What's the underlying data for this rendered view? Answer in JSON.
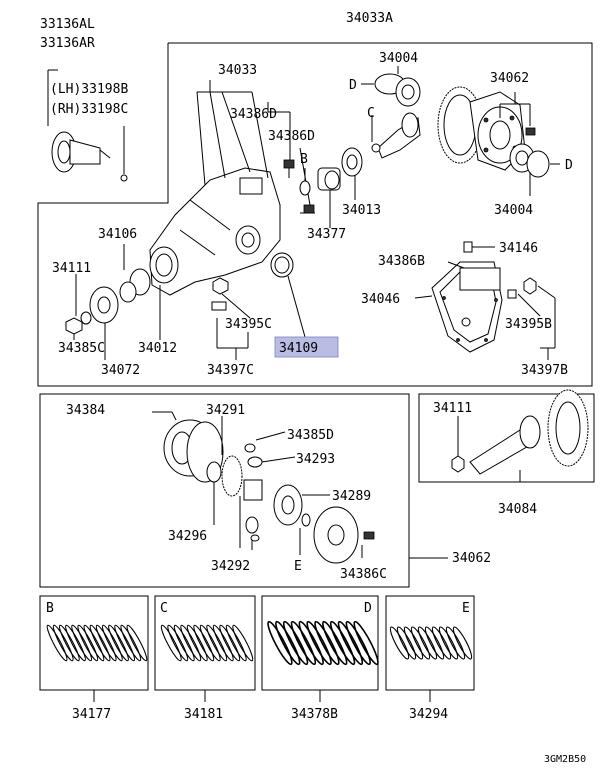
{
  "labels": {
    "p33136al": "33136AL",
    "p33136ar": "33136AR",
    "p33198b": "(LH)33198B",
    "p33198c": "(RH)33198C",
    "p34033a": "34033A",
    "p34004_top": "34004",
    "p34062_top": "34062",
    "d_top": "D",
    "c_top": "C",
    "p34033": "34033",
    "p34386d_a": "34386D",
    "p34386d_b": "34386D",
    "b_top": "B",
    "p34013": "34013",
    "p34004_right": "34004",
    "d_right": "D",
    "p34377": "34377",
    "p34106": "34106",
    "p34111": "34111",
    "p34146": "34146",
    "p34386b": "34386B",
    "p34046": "34046",
    "p34395c": "34395C",
    "p34109": "34109",
    "p34385c": "34385C",
    "p34012": "34012",
    "p34072": "34072",
    "p34397c": "34397C",
    "p34395b": "34395B",
    "p34397b": "34397B",
    "p34384": "34384",
    "p34291": "34291",
    "p34385d": "34385D",
    "p34293": "34293",
    "p34289": "34289",
    "p34296": "34296",
    "p34292": "34292",
    "e_mid": "E",
    "p34386c": "34386C",
    "p34062_mid": "34062",
    "p34111_r": "34111",
    "p34084": "34084",
    "box_b": "B",
    "box_c": "C",
    "box_d": "D",
    "box_e": "E",
    "p34177": "34177",
    "p34181": "34181",
    "p34378b": "34378B",
    "p34294": "34294",
    "diagram_code": "3GM2B50"
  },
  "highlight": {
    "part_number": "34109",
    "color": "#b9bde3"
  }
}
